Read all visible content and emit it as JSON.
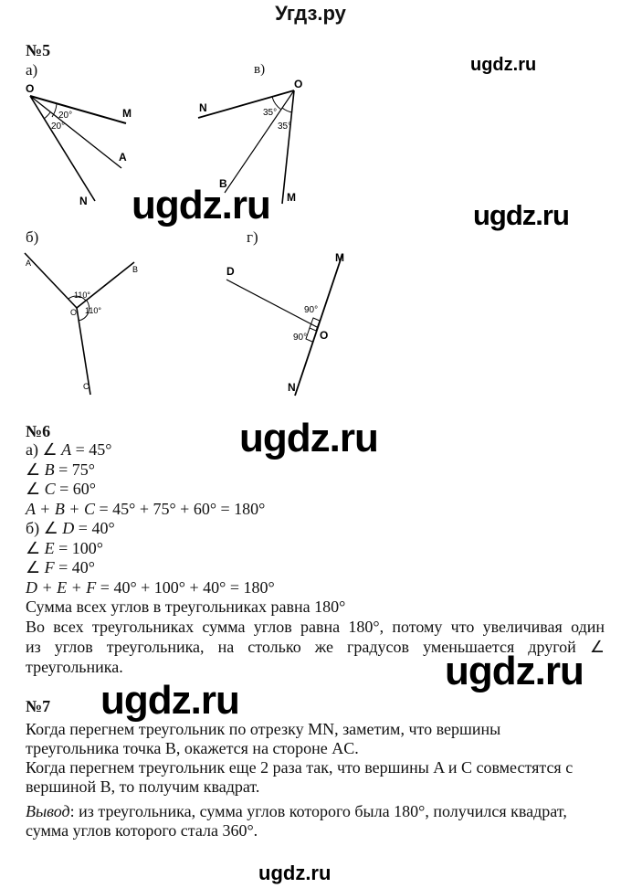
{
  "site_title": "Угдз.ру",
  "watermark": "ugdz.ru",
  "task5": {
    "heading": "№5",
    "parts": {
      "a": {
        "label": "а)",
        "points": {
          "O": "O",
          "M": "M",
          "A": "A",
          "N": "N"
        },
        "angles": [
          "20°",
          "20°"
        ]
      },
      "v": {
        "label": "в)",
        "points": {
          "O": "O",
          "N": "N",
          "B": "B",
          "M": "M"
        },
        "angles": [
          "35°",
          "35°"
        ]
      },
      "b": {
        "label": "б)",
        "points": {
          "A": "A",
          "B": "B",
          "C": "C",
          "O": "O"
        },
        "angles": [
          "110°",
          "110°"
        ]
      },
      "g": {
        "label": "г)",
        "points": {
          "D": "D",
          "M": "M",
          "N": "N",
          "O": "O"
        },
        "angles": [
          "90°",
          "90°"
        ]
      }
    }
  },
  "task6": {
    "heading": "№6",
    "lines": [
      {
        "pre": "а) ∠ ",
        "var": "A",
        "rest": " = 45°"
      },
      {
        "pre": "∠ ",
        "var": "B",
        "rest": " = 75°"
      },
      {
        "pre": "∠ ",
        "var": "C",
        "rest": " = 60°"
      },
      {
        "pre": "",
        "var": "A + B + C",
        "rest": " = 45° + 75° + 60° = 180°"
      },
      {
        "pre": "б) ∠ ",
        "var": "D",
        "rest": " = 40°"
      },
      {
        "pre": "∠ ",
        "var": "E",
        "rest": " = 100°"
      },
      {
        "pre": "∠ ",
        "var": "F",
        "rest": " = 40°"
      },
      {
        "pre": "",
        "var": "D + E + F",
        "rest": " = 40° + 100° + 40° = 180°"
      }
    ],
    "summary": "Сумма всех углов в треугольниках равна 180°",
    "explanation": [
      "Во всех треугольниках сумма углов равна 180°, потому что увеличивая один",
      "из углов треугольника, на столько же градусов уменьшается другой ∠",
      "треугольника."
    ]
  },
  "task7": {
    "heading": "№7",
    "lines": [
      "Когда перегнем треугольник по отрезку MN, заметим, что вершины",
      "треугольника точка B, окажется на стороне AC.",
      "Когда перегнем треугольник еще 2 раза так, что вершины A и C совместятся с",
      "вершиной B, то получим квадрат."
    ],
    "conclusion_label": "Вывод",
    "conclusion_lines": [
      ": из треугольника, сумма углов которого была 180°, получился квадрат,",
      "сумма углов которого стала 360°."
    ]
  }
}
